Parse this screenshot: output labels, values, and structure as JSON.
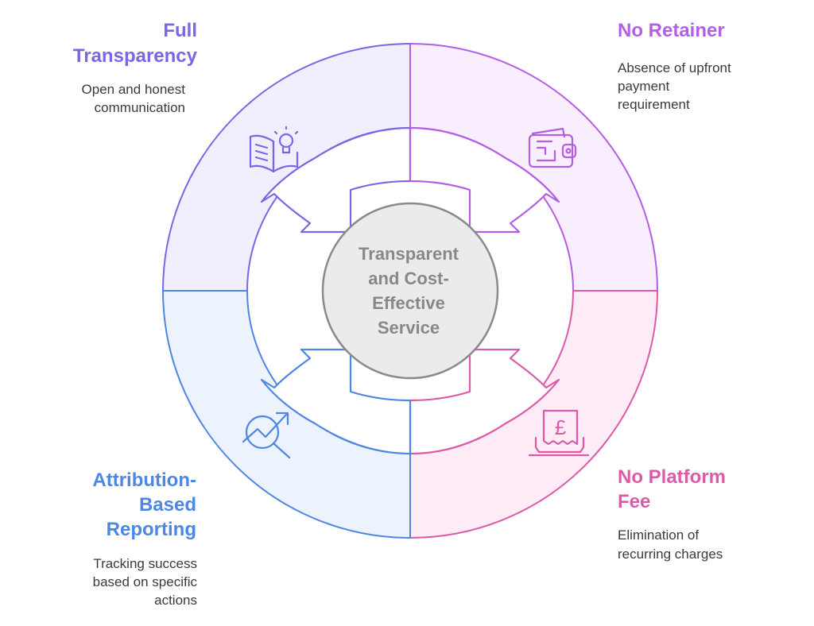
{
  "center": {
    "lines": [
      "Transparent",
      "and Cost-",
      "Effective",
      "Service"
    ]
  },
  "quadrants": {
    "full_transparency": {
      "title_lines": [
        "Full",
        "Transparency"
      ],
      "description_lines": [
        "Open and honest",
        "communication"
      ],
      "icon": "book-lightbulb-icon",
      "color": "#7b66e3",
      "fill": "#f1effd"
    },
    "no_retainer": {
      "title_lines": [
        "No Retainer"
      ],
      "description_lines": [
        "Absence of upfront",
        "payment",
        "requirement"
      ],
      "icon": "wallet-icon",
      "color": "#b45ee6",
      "fill": "#f8eefd"
    },
    "no_platform_fee": {
      "title_lines": [
        "No Platform",
        "Fee"
      ],
      "description_lines": [
        "Elimination of",
        "recurring charges"
      ],
      "icon": "pound-receipt-icon",
      "color": "#dd5aa8",
      "fill": "#fdebf6",
      "receipt_symbol": "£"
    },
    "attribution_based_reporting": {
      "title_lines": [
        "Attribution-",
        "Based",
        "Reporting"
      ],
      "description_lines": [
        "Tracking success",
        "based on specific",
        "actions"
      ],
      "icon": "chart-magnifier-icon",
      "color": "#4d86e3",
      "fill": "#ecf3fd"
    }
  }
}
